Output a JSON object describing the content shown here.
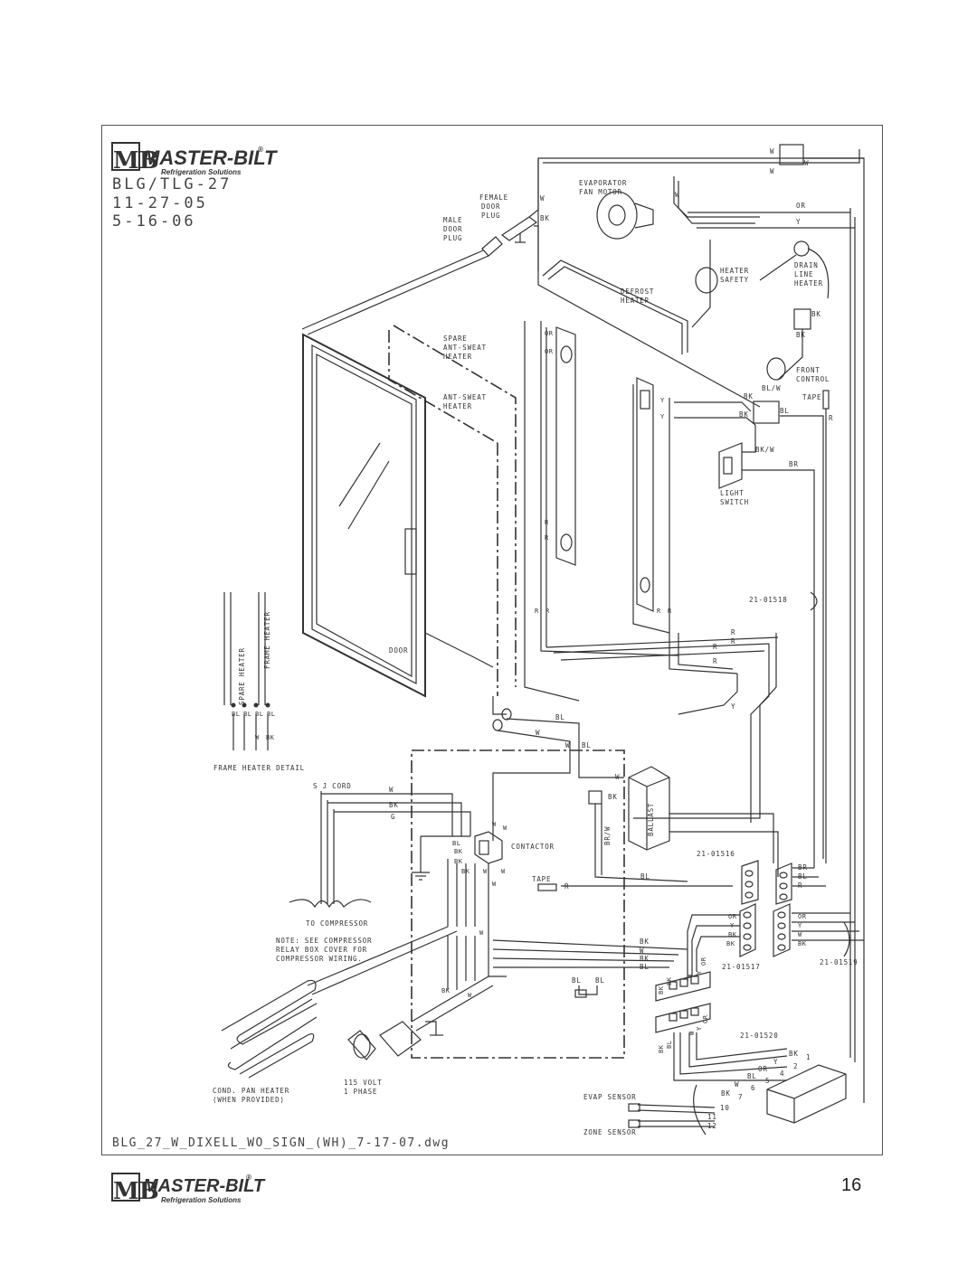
{
  "header": {
    "logo_mb": "MB",
    "logo_name": "MASTER-BILT",
    "logo_reg": "®",
    "logo_tagline": "Refrigeration Solutions",
    "model": "BLG/TLG-27",
    "date1": "11-27-05",
    "date2": "5-16-06"
  },
  "footer": {
    "filename": "BLG_27_W_DIXELL_WO_SIGN_(WH)_7-17-07.dwg",
    "page_number": "16",
    "logo_mb": "MB",
    "logo_name": "MASTER-BILT",
    "logo_reg": "®",
    "logo_tagline": "Refrigeration Solutions"
  },
  "labels": {
    "female_plug": [
      "FEMALE",
      "DOOR",
      "PLUG"
    ],
    "male_plug": [
      "MALE",
      "DOOR",
      "PLUG"
    ],
    "evap_fan": [
      "EVAPORATOR",
      "FAN MOTOR"
    ],
    "defrost": [
      "DEFROST",
      "HEATER"
    ],
    "heater_safety": [
      "HEATER",
      "SAFETY"
    ],
    "drain_line": [
      "DRAIN",
      "LINE",
      "HEATER"
    ],
    "spare_asw": [
      "SPARE",
      "ANT-SWEAT",
      "HEATER"
    ],
    "asw": [
      "ANT-SWEAT",
      "HEATER"
    ],
    "front_control": [
      "FRONT",
      "CONTROL"
    ],
    "tape": "TAPE",
    "light_switch": [
      "LIGHT",
      "SWITCH"
    ],
    "door": "DOOR",
    "spare_heater": "SPARE HEATER",
    "frame_heater": "FRAME HEATER",
    "frame_heater_detail": "FRAME HEATER DETAIL",
    "sj_cord": "S J CORD",
    "contactor": "CONTACTOR",
    "ballast": "BALLAST",
    "to_compressor": "TO COMPRESSOR",
    "note": [
      "NOTE: SEE COMPRESSOR",
      "RELAY BOX COVER FOR",
      "COMPRESSOR WIRING."
    ],
    "cond_pan": [
      "COND. PAN HEATER",
      "(WHEN PROVIDED)"
    ],
    "volt": [
      "115 VOLT",
      "1 PHASE"
    ],
    "evap_sensor": "EVAP SENSOR",
    "zone_sensor": "ZONE SENSOR",
    "part_21_01518": "21-01518",
    "part_21_01516": "21-01516",
    "part_21_01517": "21-01517",
    "part_21_01519": "21-01519",
    "part_21_01520": "21-01520"
  },
  "wire_codes": {
    "w": "W",
    "bk": "BK",
    "bl": "BL",
    "or": "OR",
    "y": "Y",
    "r": "R",
    "br": "BR",
    "g": "G",
    "blw": "BL/W",
    "bkw": "BK/W",
    "brw": "BR/W"
  },
  "terminal_numbers": [
    "1",
    "2",
    "4",
    "5",
    "6",
    "7",
    "10",
    "11",
    "12"
  ]
}
